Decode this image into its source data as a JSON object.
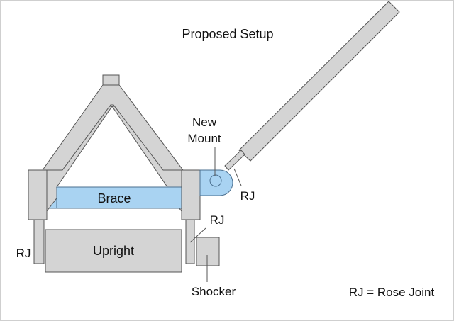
{
  "diagram": {
    "title": "Proposed Setup",
    "labels": {
      "brace": "Brace",
      "upright": "Upright",
      "new_mount_line1": "New",
      "new_mount_line2": "Mount",
      "rj_mount": "RJ",
      "rj_right": "RJ",
      "rj_left": "RJ",
      "shocker": "Shocker",
      "legend": "RJ = Rose Joint"
    },
    "colors": {
      "part_fill": "#d4d4d4",
      "part_stroke": "#555555",
      "highlight_fill": "#a9d3f2",
      "highlight_stroke": "#4a6f8f",
      "background": "#ffffff",
      "frame": "#cccccc"
    }
  }
}
